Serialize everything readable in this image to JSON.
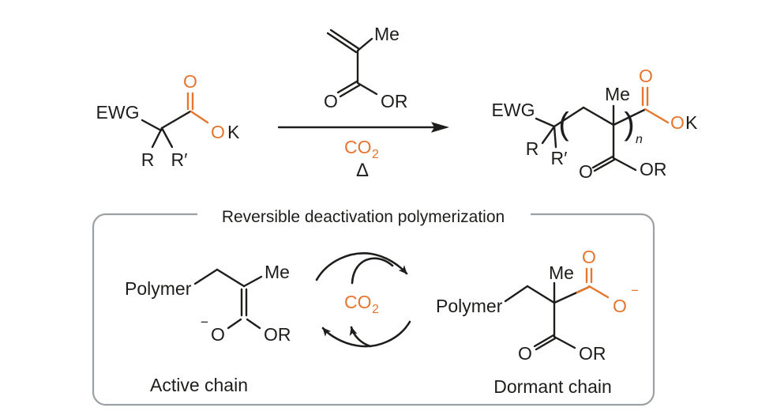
{
  "colors": {
    "accent_orange": "#e6762e",
    "ink": "#1d1d1b",
    "box_border": "#9da0a3"
  },
  "top_scheme": {
    "reactant": {
      "ewg": "EWG",
      "carbonyl_o": "O",
      "ester_o": "O",
      "k": "K",
      "r": "R",
      "r_prime": "R′"
    },
    "monomer": {
      "me": "Me",
      "carbonyl_o": "O",
      "or": "OR"
    },
    "conditions": {
      "co2_base": "CO",
      "co2_sub": "2",
      "delta": "Δ"
    },
    "product": {
      "ewg": "EWG",
      "r": "R",
      "r_prime": "R′",
      "paren_open": "(",
      "paren_close": ")",
      "repeat_n": "n",
      "me": "Me",
      "carboxylate_o": "O",
      "potassium_o": "O",
      "k": "K",
      "ester_carbonyl_o": "O",
      "or": "OR"
    }
  },
  "box": {
    "title": "Reversible deactivation polymerization"
  },
  "cycle": {
    "co2_base": "CO",
    "co2_sub": "2"
  },
  "active_chain": {
    "polymer": "Polymer",
    "me": "Me",
    "minus": "−",
    "enolate_o": "O",
    "or": "OR",
    "label": "Active chain"
  },
  "dormant_chain": {
    "polymer": "Polymer",
    "me": "Me",
    "carbonyl_o": "O",
    "carboxylate_o": "O",
    "minus": "−",
    "ester_o": "O",
    "or": "OR",
    "label": "Dormant chain"
  }
}
